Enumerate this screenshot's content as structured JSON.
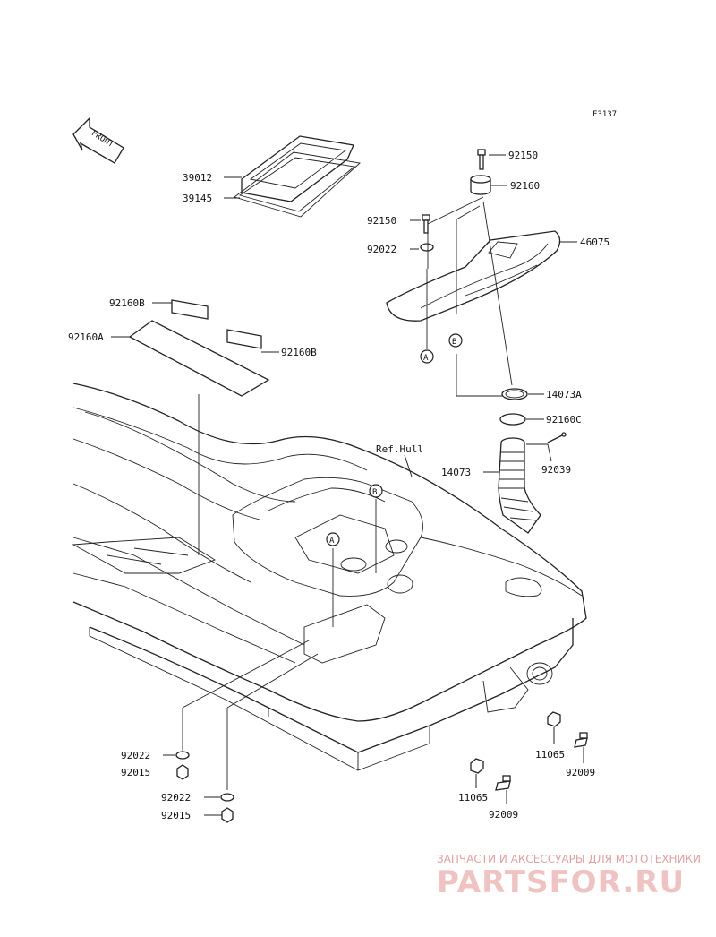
{
  "figure_code": "F3137",
  "front_label": "FRONT",
  "ref_label": "Ref.Hull",
  "callout_refs": [
    "A",
    "B"
  ],
  "part_labels": {
    "p39012": "39012",
    "p39145": "39145",
    "p92150_top": "92150",
    "p92160": "92160",
    "p92150_mid": "92150",
    "p92022_top": "92022",
    "p46075": "46075",
    "p92160B_top": "92160B",
    "p92160A": "92160A",
    "p92160B_right": "92160B",
    "p14073A": "14073A",
    "p92160C": "92160C",
    "p14073": "14073",
    "p92039": "92039",
    "p92022_l1": "92022",
    "p92015_l1": "92015",
    "p92022_l2": "92022",
    "p92015_l2": "92015",
    "p11065_r": "11065",
    "p92009_r": "92009",
    "p11065_m": "11065",
    "p92009_m": "92009"
  },
  "watermark": {
    "subtitle": "ЗАПЧАСТИ И АКСЕССУАРЫ ДЛЯ МОТОТЕХНИКИ",
    "brand": "PARTSFOR.RU"
  }
}
